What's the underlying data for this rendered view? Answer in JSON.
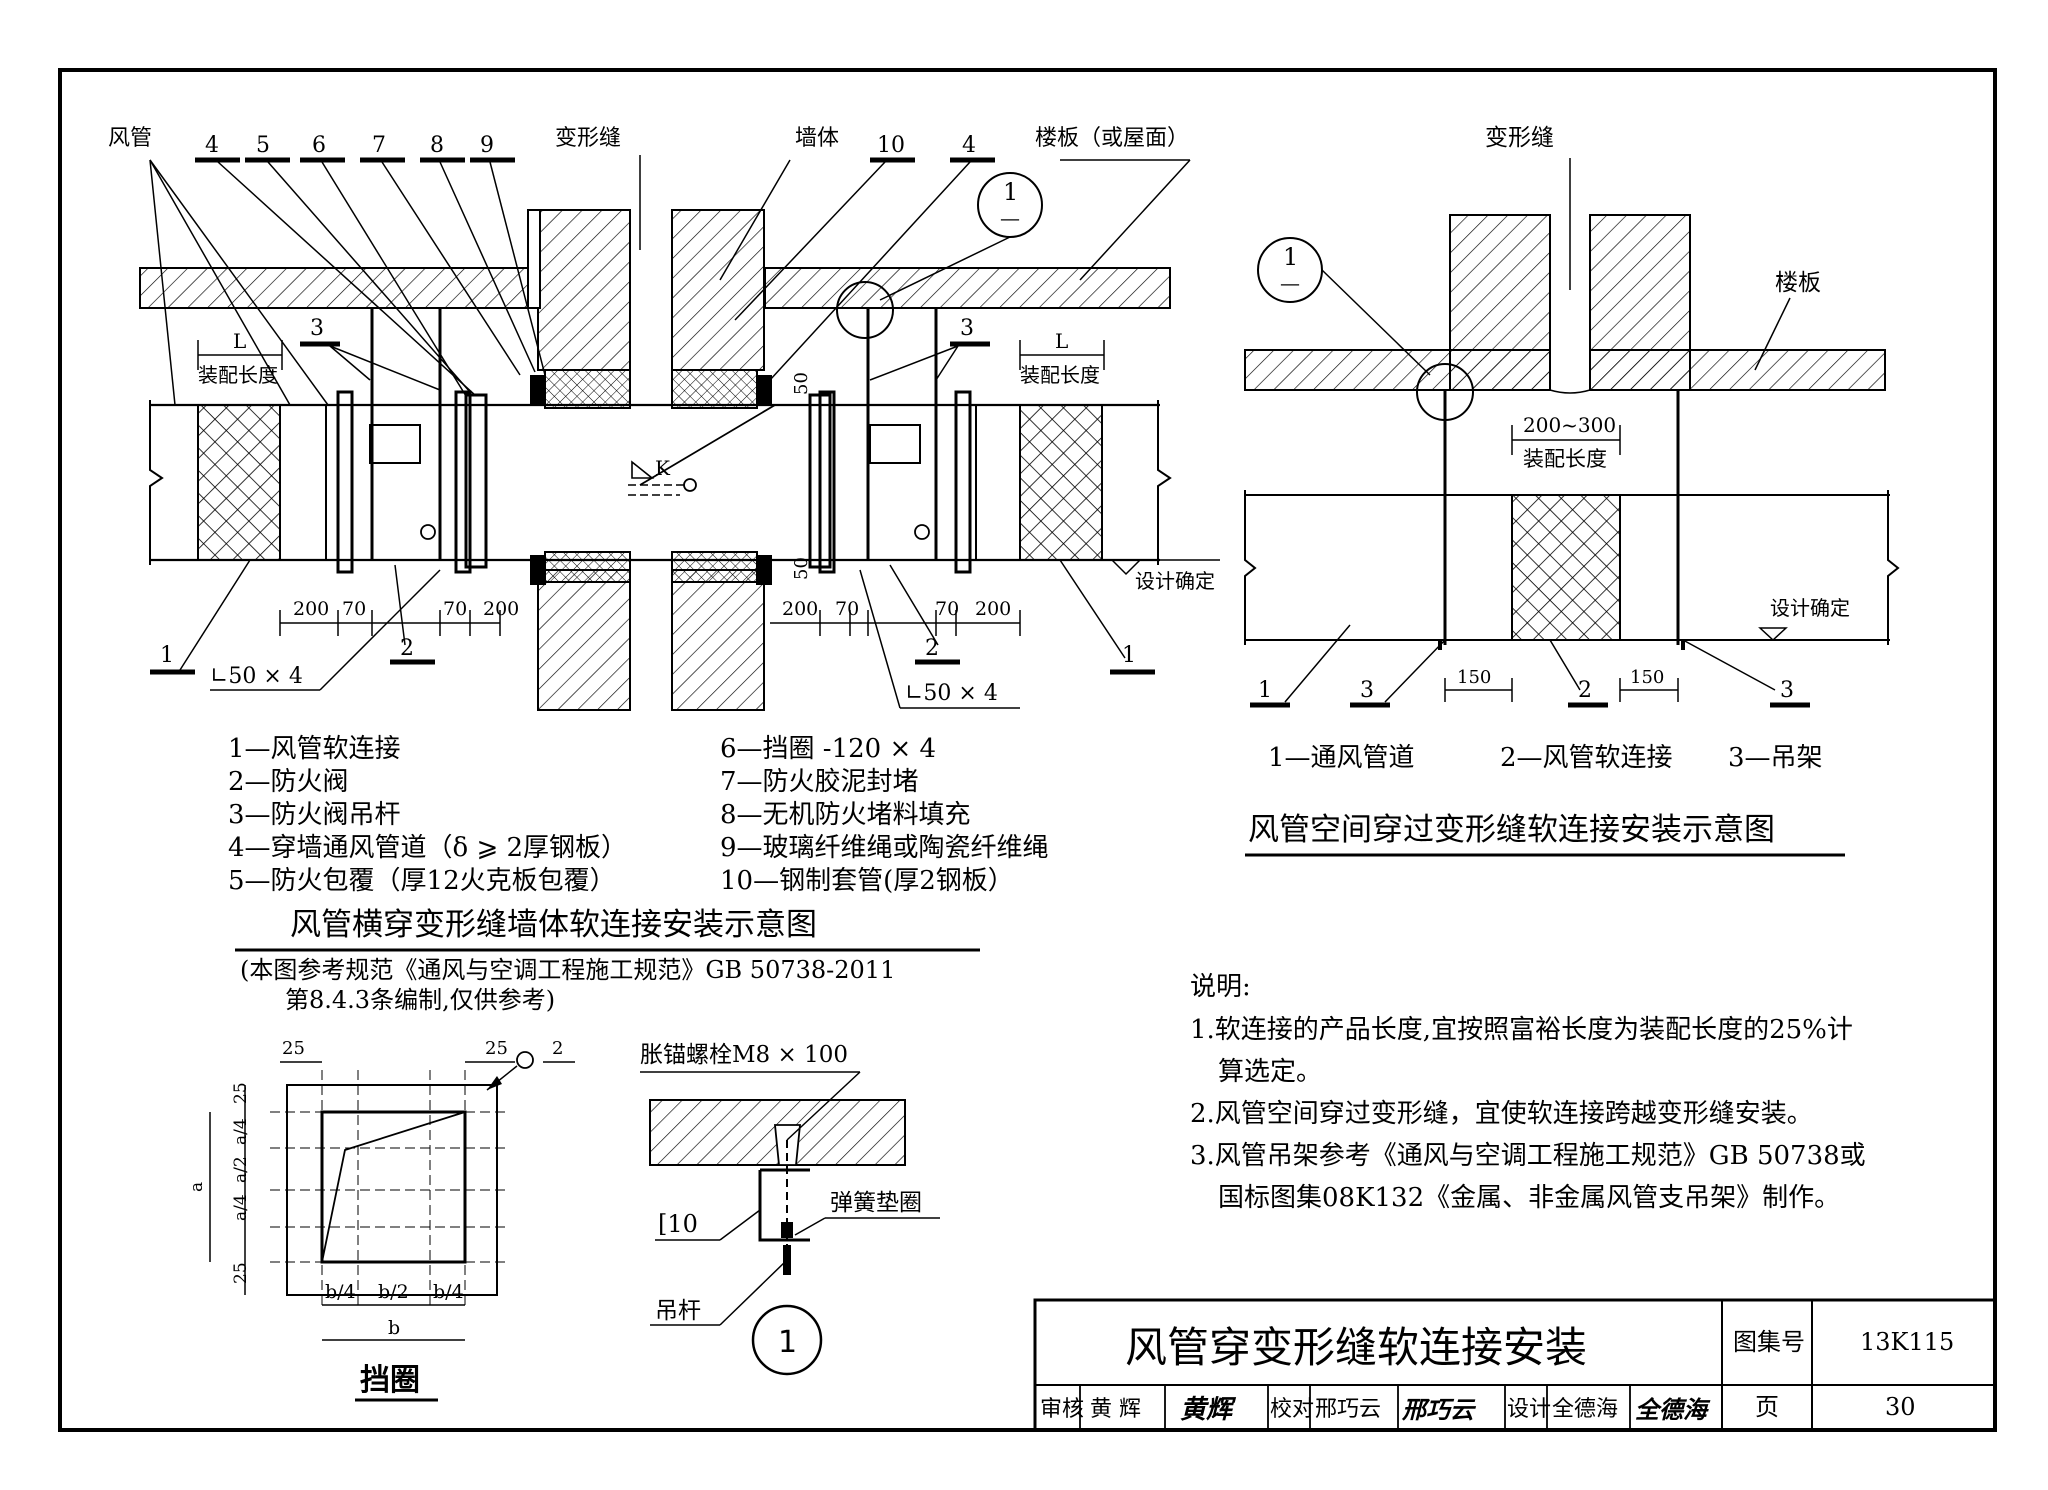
{
  "left_diagram": {
    "callouts": [
      "风管",
      "4",
      "5",
      "6",
      "7",
      "8",
      "9",
      "变形缝",
      "墙体",
      "10",
      "4",
      "楼板（或屋面）"
    ],
    "circle_ref": {
      "num": "1",
      "den": "—"
    },
    "marks": {
      "hanger": "3",
      "L": "L",
      "assembly": "装配长度",
      "k": "K",
      "gap": "50"
    },
    "dims_left": [
      "200",
      "70",
      "70",
      "200"
    ],
    "dims_right": [
      "200",
      "70",
      "70",
      "200"
    ],
    "angle": "∟50 × 4",
    "bottom_nums": [
      "1",
      "2",
      "2",
      "1"
    ],
    "design": "设计确定"
  },
  "legend_left": [
    "1—风管软连接",
    "2—防火阀",
    "3—防火阀吊杆",
    "4—穿墙通风管道（δ ⩾ 2厚钢板）",
    "5—防火包覆（厚12火克板包覆）"
  ],
  "legend_right": [
    "6—挡圈  -120 × 4",
    "7—防火胶泥封堵",
    "8—无机防火堵料填充",
    "9—玻璃纤维绳或陶瓷纤维绳",
    "10—钢制套管(厚2钢板）"
  ],
  "title_left": "风管横穿变形缝墙体软连接安装示意图",
  "ref_lines": [
    "(本图参考规范《通风与空调工程施工规范》GB 50738-2011",
    "第8.4.3条编制,仅供参考)"
  ],
  "right_diagram": {
    "expansion": "变形缝",
    "floor": "楼板",
    "circle_ref": {
      "num": "1",
      "den": "—"
    },
    "span": "200~300",
    "assembly": "装配长度",
    "design": "设计确定",
    "dims": [
      "150",
      "150"
    ],
    "nums": [
      "1",
      "3",
      "2",
      "3"
    ],
    "legend": [
      "1—通风管道",
      "2—风管软连接",
      "3—吊架"
    ],
    "title": "风管空间穿过变形缝软连接安装示意图"
  },
  "notes": {
    "heading": "说明:",
    "lines": [
      "1.软连接的产品长度,宜按照富裕长度为装配长度的25%计",
      "算选定。",
      "2.风管空间穿过变形缝，宜使软连接跨越变形缝安装。",
      "3.风管吊架参考《通风与空调工程施工规范》GB 50738或",
      "国标图集08K132《金属、非金属风管支吊架》制作。"
    ]
  },
  "ring_detail": {
    "title": "挡圈",
    "dims_top": [
      "25",
      "25",
      "2"
    ],
    "dims_left": [
      "25",
      "a/4",
      "a/2",
      "a/4",
      "25"
    ],
    "a": "a",
    "dims_bottom": [
      "b/4",
      "b/2",
      "b/4"
    ],
    "b": "b"
  },
  "detail1": {
    "bolt": "胀锚螺栓M8 × 100",
    "channel": "[10",
    "washer": "弹簧垫圈",
    "rod": "吊杆",
    "number": "1"
  },
  "title_block": {
    "title": "风管穿变形缝软连接安装",
    "atlas_label": "图集号",
    "atlas_no": "13K115",
    "page_label": "页",
    "page_no": "30",
    "review_label": "审核",
    "reviewer": "黄 辉",
    "review_sig": "黄辉",
    "check_label": "校对",
    "checker": "邢巧云",
    "check_sig": "邢巧云",
    "design_label": "设计",
    "designer": "全德海",
    "design_sig": "全德海"
  }
}
